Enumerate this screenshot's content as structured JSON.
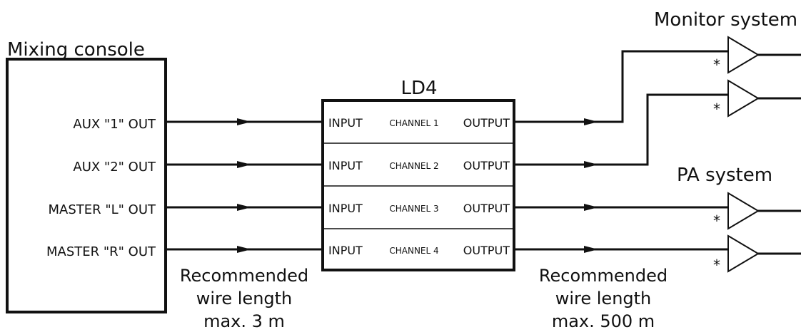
{
  "mixing_console": {
    "title": "Mixing console",
    "outputs": [
      "AUX \"1\" OUT",
      "AUX \"2\" OUT",
      "MASTER \"L\" OUT",
      "MASTER \"R\" OUT"
    ]
  },
  "ld4": {
    "title": "LD4",
    "channels": [
      {
        "input": "INPUT",
        "name": "CHANNEL 1",
        "output": "OUTPUT"
      },
      {
        "input": "INPUT",
        "name": "CHANNEL 2",
        "output": "OUTPUT"
      },
      {
        "input": "INPUT",
        "name": "CHANNEL 3",
        "output": "OUTPUT"
      },
      {
        "input": "INPUT",
        "name": "CHANNEL 4",
        "output": "OUTPUT"
      }
    ]
  },
  "monitor_system": {
    "title": "Monitor system",
    "amp_marks": [
      "*",
      "*"
    ]
  },
  "pa_system": {
    "title": "PA system",
    "amp_marks": [
      "*",
      "*"
    ]
  },
  "wire_left": {
    "line1": "Recommended",
    "line2": "wire length",
    "line3": "max. 3 m"
  },
  "wire_right": {
    "line1": "Recommended",
    "line2": "wire length",
    "line3": "max. 500 m"
  }
}
